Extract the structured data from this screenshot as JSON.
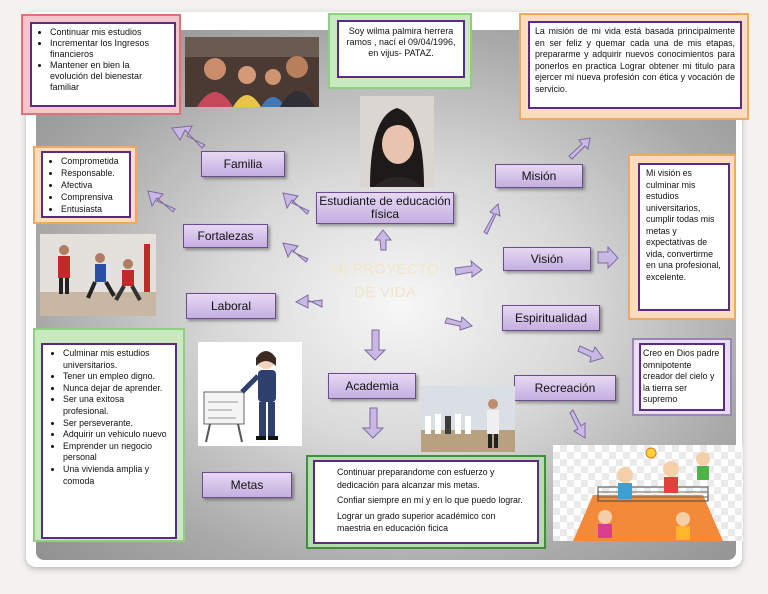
{
  "center_title": {
    "line1": "MI PROYECTO",
    "line2": "DE VIDA"
  },
  "nodes": {
    "estudiante": "Estudiante de educación física",
    "familia": "Familia",
    "fortalezas": "Fortalezas",
    "laboral": "Laboral",
    "academia": "Academia",
    "metas": "Metas",
    "mision": "Misión",
    "vision": "Visión",
    "espiritualidad": "Espiritualidad",
    "recreacion": "Recreación"
  },
  "family_list": [
    "Continuar mis estudios",
    "Incrementar los Ingresos financieros",
    "Mantener en bien la evolución del bienestar familiar"
  ],
  "intro_text": "Soy wilma palmira herrera ramos , nací el 09/04/1996, en vijus- PATAZ.",
  "mision_text": "La misión de mi vida está basada principalmente en ser feliz y quemar cada una de mis etapas, prepararme y adquirir nuevos conocimientos para ponerlos en practica Lograr obtener mi titulo para ejercer mi nueva profesión con ética y vocación de servicio.",
  "strengths_list": [
    "Comprometida",
    "Responsable.",
    "Afectiva",
    "Comprensiva",
    "Entusiasta"
  ],
  "vision_text": "Mi visión es culminar mis estudios universitarios, cumplir todas mis metas y expectativas de vida, convertirme en una profesional, excelente.",
  "faith_text": "Creo en Dios padre omnipotente creador del cielo y la tierra ser supremo",
  "goals_list": [
    "Culminar mis estudios universitarios.",
    "Tener un empleo digno.",
    "Nunca dejar de aprender.",
    "Ser una exitosa profesional.",
    "Ser perseverante.",
    "Adquirir un vehiculo nuevo",
    "Emprender un negocio personal",
    "Una vivienda amplia y comoda"
  ],
  "academia_list": [
    "Continuar preparandome con esfuerzo y dedicación para alcanzar mis metas.",
    "Confiar siempre en mí y en lo que puedo lograr.",
    "Lograr un grado superior académico con maestria en educación ficica"
  ],
  "colors": {
    "node_border": "#6a4d8f",
    "box_border": "#5b2a86",
    "red_frame": "#e2707a",
    "green_frame": "#8fcf7f",
    "orange_frame": "#f2a860",
    "dark_green": "#3f8f3f"
  }
}
